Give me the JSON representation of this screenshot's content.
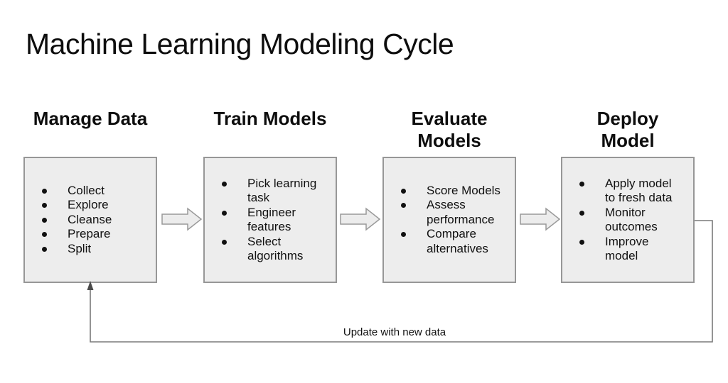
{
  "title": "Machine Learning Modeling Cycle",
  "stages": [
    {
      "heading": "Manage Data",
      "items": [
        "Collect",
        "Explore",
        "Cleanse",
        "Prepare",
        "Split"
      ]
    },
    {
      "heading": "Train Models",
      "items": [
        "Pick learning\ntask",
        "Engineer\nfeatures",
        "Select\nalgorithms"
      ]
    },
    {
      "heading": "Evaluate\nModels",
      "items": [
        "Score Models",
        "Assess\nperformance",
        "Compare\nalternatives"
      ]
    },
    {
      "heading": "Deploy\nModel",
      "items": [
        "Apply model\nto fresh data",
        "Monitor\noutcomes",
        "Improve\nmodel"
      ]
    }
  ],
  "feedback_label": "Update with new data",
  "colors": {
    "background": "#ffffff",
    "box_fill": "#ededed",
    "box_border": "#979797",
    "arrow_fill": "#ececec",
    "arrow_stroke": "#999999",
    "feedback_line": "#7a7a7a",
    "feedback_arrowhead": "#4a4a4a",
    "text": "#111111"
  }
}
